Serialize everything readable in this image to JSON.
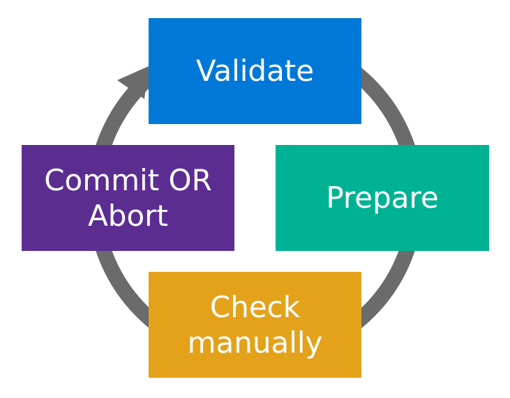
{
  "diagram": {
    "ring_color": "#6b6b6b",
    "arrow_icon": "arrowhead-icon",
    "steps": [
      {
        "label": "Validate",
        "color": "#0078d7"
      },
      {
        "label": "Prepare",
        "color": "#00b294"
      },
      {
        "label": "Check manually",
        "color": "#e3a21a"
      },
      {
        "label": "Commit OR Abort",
        "color": "#5c2d91"
      }
    ]
  }
}
